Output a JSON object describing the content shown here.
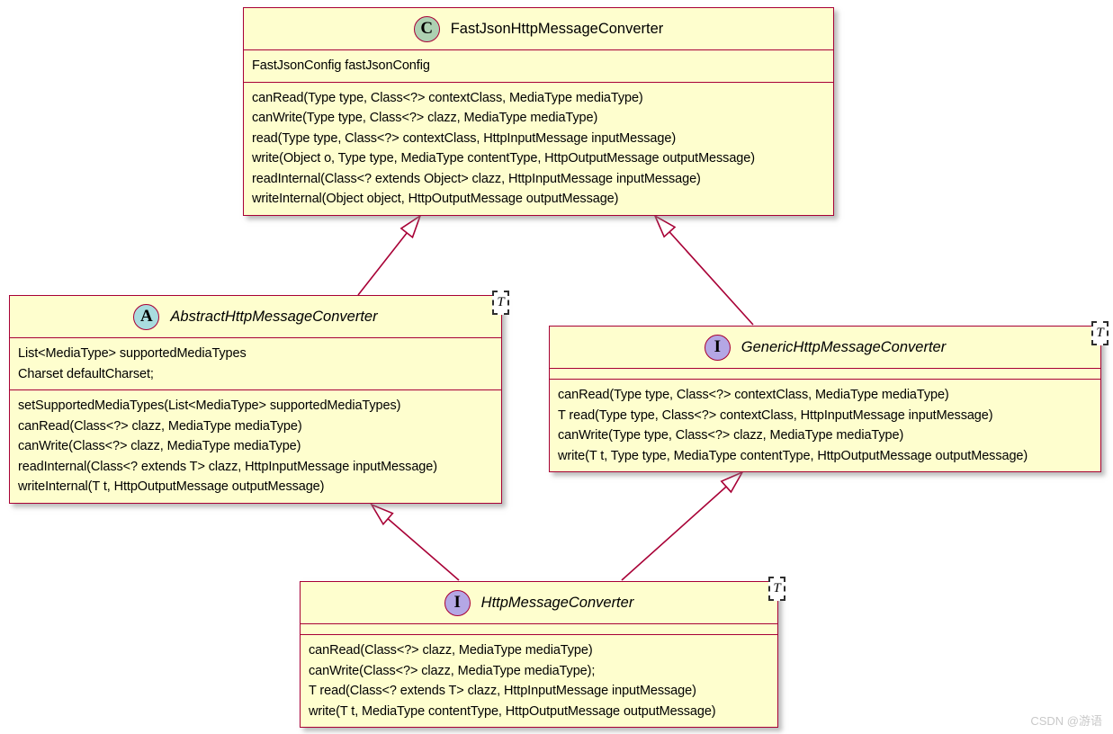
{
  "diagram": {
    "kind": "uml-class-diagram",
    "colors": {
      "box_fill": "#FEFECE",
      "box_border": "#A80036",
      "connector": "#A80036",
      "class_circle_fill": "#ADD1B2",
      "abstract_circle_fill": "#A9DCDF",
      "interface_circle_fill": "#B4A7E5",
      "watermark_color": "#C9C9C9"
    },
    "classes": [
      {
        "name": "FastJsonHttpMessageConverter",
        "stereotype": "class",
        "stereotype_letter": "C",
        "template_param": "",
        "fields": [
          "FastJsonConfig fastJsonConfig"
        ],
        "methods": [
          "canRead(Type type, Class<?> contextClass, MediaType mediaType)",
          "canWrite(Type type, Class<?> clazz, MediaType mediaType)",
          "read(Type type, Class<?> contextClass, HttpInputMessage inputMessage)",
          "write(Object o, Type type, MediaType contentType, HttpOutputMessage outputMessage)",
          "readInternal(Class<? extends Object> clazz, HttpInputMessage inputMessage)",
          "writeInternal(Object object, HttpOutputMessage outputMessage)"
        ]
      },
      {
        "name": "AbstractHttpMessageConverter",
        "stereotype": "abstract",
        "stereotype_letter": "A",
        "template_param": "T",
        "fields": [
          "List<MediaType> supportedMediaTypes",
          "Charset defaultCharset;"
        ],
        "methods": [
          "setSupportedMediaTypes(List<MediaType> supportedMediaTypes)",
          "canRead(Class<?> clazz, MediaType mediaType)",
          "canWrite(Class<?> clazz, MediaType mediaType)",
          "readInternal(Class<? extends T> clazz, HttpInputMessage inputMessage)",
          "writeInternal(T t, HttpOutputMessage outputMessage)"
        ]
      },
      {
        "name": "GenericHttpMessageConverter",
        "stereotype": "interface",
        "stereotype_letter": "I",
        "template_param": "T",
        "fields": [],
        "methods": [
          "canRead(Type type, Class<?> contextClass, MediaType mediaType)",
          "T read(Type type, Class<?> contextClass, HttpInputMessage inputMessage)",
          "canWrite(Type type, Class<?> clazz, MediaType mediaType)",
          "write(T t, Type type, MediaType contentType, HttpOutputMessage outputMessage)"
        ]
      },
      {
        "name": "HttpMessageConverter",
        "stereotype": "interface",
        "stereotype_letter": "I",
        "template_param": "T",
        "fields": [],
        "methods": [
          "canRead(Class<?> clazz, MediaType mediaType)",
          "canWrite(Class<?> clazz, MediaType mediaType);",
          "T read(Class<? extends T> clazz, HttpInputMessage inputMessage)",
          "write(T t, MediaType contentType, HttpOutputMessage outputMessage)"
        ]
      }
    ],
    "relationships": [
      {
        "from": "AbstractHttpMessageConverter",
        "to": "FastJsonHttpMessageConverter",
        "type": "generalization"
      },
      {
        "from": "GenericHttpMessageConverter",
        "to": "FastJsonHttpMessageConverter",
        "type": "generalization"
      },
      {
        "from": "HttpMessageConverter",
        "to": "AbstractHttpMessageConverter",
        "type": "generalization"
      },
      {
        "from": "HttpMessageConverter",
        "to": "GenericHttpMessageConverter",
        "type": "generalization"
      }
    ],
    "watermark": "CSDN @游语"
  }
}
